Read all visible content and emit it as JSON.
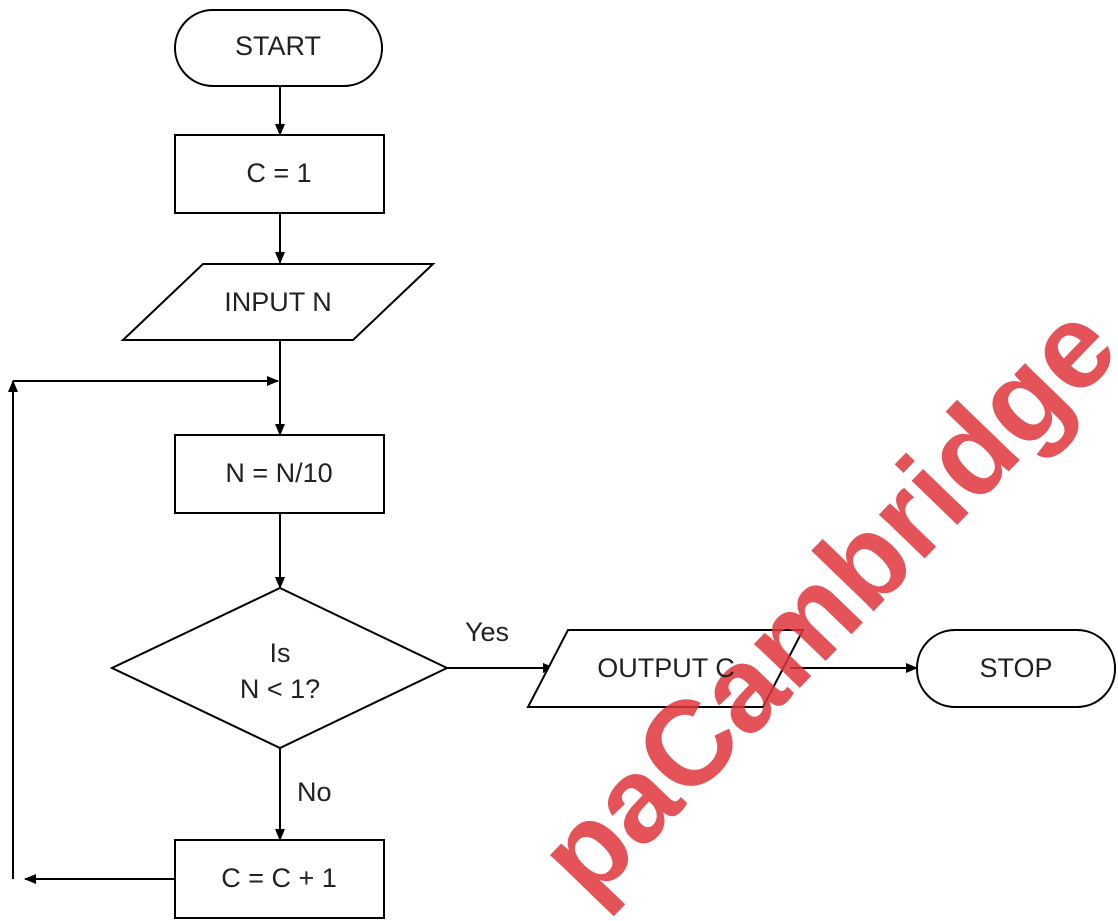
{
  "flowchart": {
    "start": "START",
    "init": "C = 1",
    "input": "INPUT N",
    "divide": "N = N/10",
    "decision_line1": "Is",
    "decision_line2": "N < 1?",
    "yes_label": "Yes",
    "no_label": "No",
    "increment": "C = C + 1",
    "output": "OUTPUT C",
    "stop": "STOP"
  },
  "watermark": {
    "text": "paCambridge",
    "color": "#e0363a"
  },
  "colors": {
    "stroke": "#000000",
    "background": "#ffffff"
  }
}
